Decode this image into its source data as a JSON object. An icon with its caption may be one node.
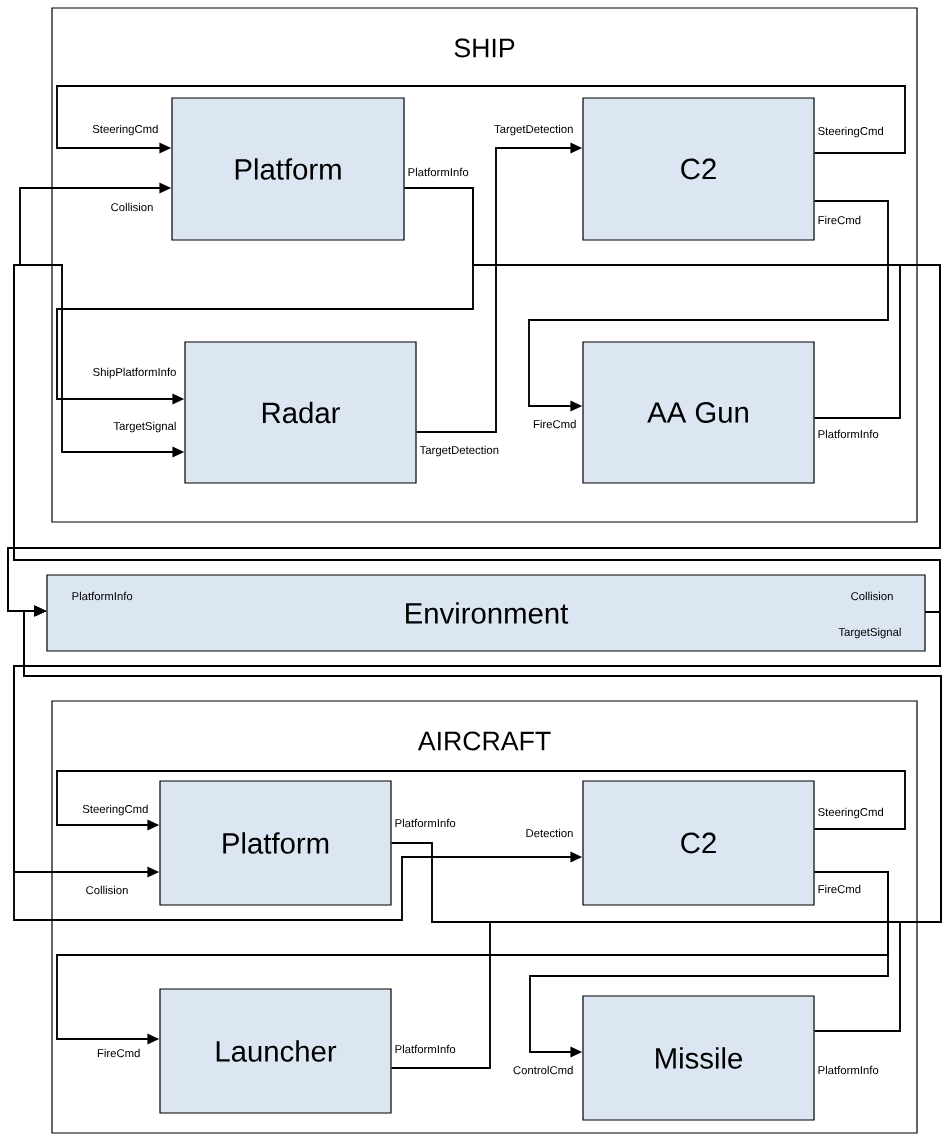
{
  "diagram": {
    "nodes": [
      {
        "text": [
          "SHIP"
        ]
      },
      {
        "text": [
          "Platform"
        ],
        "in": 0,
        "beside": [
          "SteeringCmd",
          "Collision",
          "PlatformInfo"
        ]
      },
      {
        "text": [
          "C2"
        ],
        "in": 0,
        "beside": [
          "TargetDetection",
          "SteeringCmd",
          "FireCmd"
        ]
      },
      {
        "text": [
          "Radar"
        ],
        "in": 0,
        "beside": [
          "ShipPlatformInfo",
          "TargetSignal",
          "TargetDetection"
        ]
      },
      {
        "text": [
          "AA Gun"
        ],
        "in": 0,
        "beside": [
          "FireCmd",
          "PlatformInfo"
        ]
      },
      {
        "text": [
          "Environment",
          "PlatformInfo",
          "Collision",
          "TargetSignal"
        ]
      },
      {
        "text": [
          "AIRCRAFT"
        ]
      },
      {
        "text": [
          "Platform"
        ],
        "in": 6,
        "beside": [
          "SteeringCmd",
          "Collision",
          "PlatformInfo"
        ]
      },
      {
        "text": [
          "C2"
        ],
        "in": 6,
        "beside": [
          "Detection",
          "SteeringCmd",
          "FireCmd"
        ]
      },
      {
        "text": [
          "Launcher"
        ],
        "in": 6,
        "beside": [
          "FireCmd",
          "PlatformInfo"
        ]
      },
      {
        "text": [
          "Missile"
        ],
        "in": 6,
        "beside": [
          "ControlCmd",
          "PlatformInfo"
        ]
      }
    ],
    "edges": [
      {
        "from": 2,
        "to": 1,
        "arrow": "to"
      },
      {
        "from": 1,
        "to": 3,
        "arrow": "to"
      },
      {
        "from": 3,
        "to": 2,
        "arrow": "to"
      },
      {
        "from": 2,
        "to": 4,
        "arrow": "to"
      },
      {
        "from": 1,
        "to": 5,
        "arrow": "to"
      },
      {
        "from": 4,
        "to": 5,
        "arrow": "to"
      },
      {
        "from": 5,
        "to": 1,
        "arrow": "to"
      },
      {
        "from": 5,
        "to": 3,
        "arrow": "to"
      },
      {
        "from": 8,
        "to": 7,
        "arrow": "to"
      },
      {
        "from": 5,
        "to": 7,
        "arrow": "to"
      },
      {
        "from": 5,
        "to": 8,
        "arrow": "to"
      },
      {
        "from": 8,
        "to": 9,
        "arrow": "to"
      },
      {
        "from": 8,
        "to": 10,
        "arrow": "to"
      },
      {
        "from": 7,
        "to": 5,
        "arrow": "to"
      },
      {
        "from": 9,
        "to": 5,
        "arrow": "to"
      },
      {
        "from": 10,
        "to": 5,
        "arrow": "to"
      }
    ]
  }
}
